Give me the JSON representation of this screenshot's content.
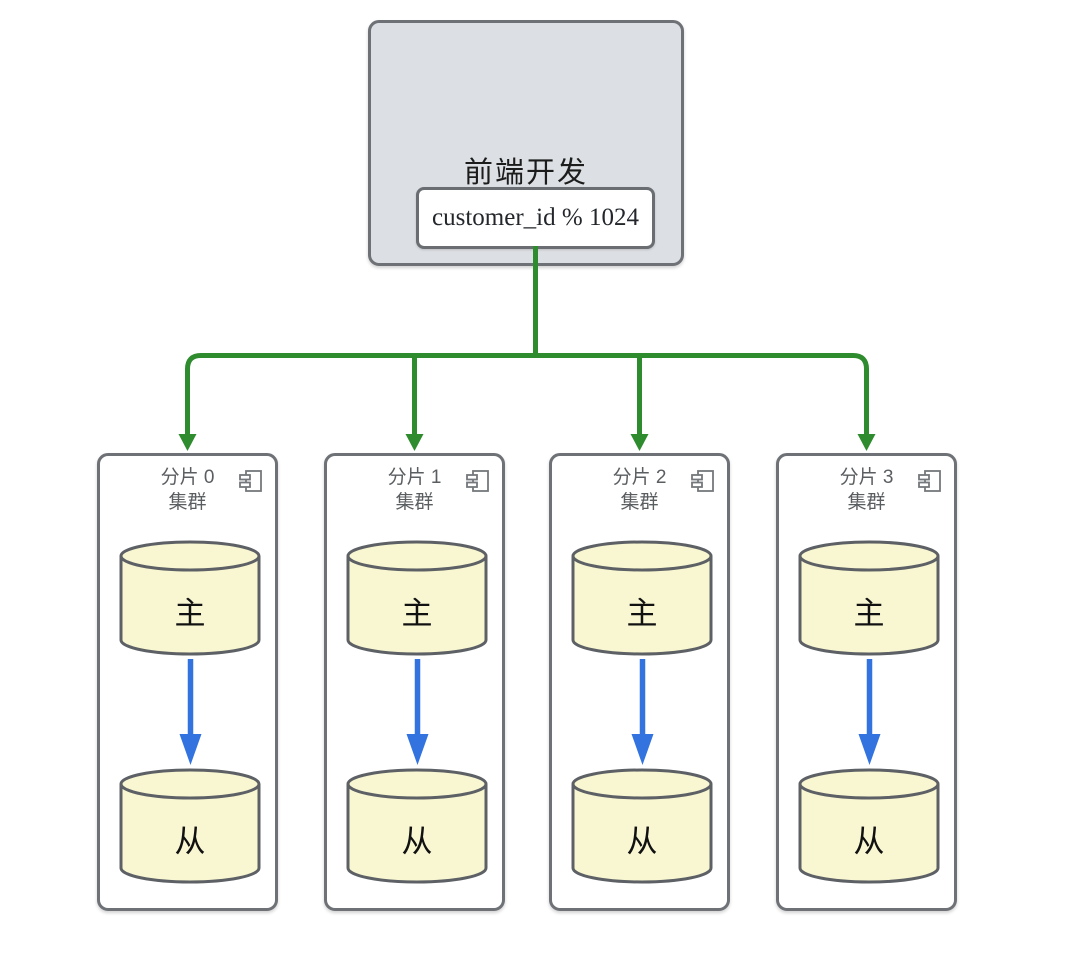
{
  "diagram": {
    "frontend": {
      "title": "前端开发",
      "formula": "customer_id % 1024"
    },
    "shards": [
      {
        "name": "分片 0",
        "sub": "集群",
        "master": "主",
        "slave": "从"
      },
      {
        "name": "分片 1",
        "sub": "集群",
        "master": "主",
        "slave": "从"
      },
      {
        "name": "分片 2",
        "sub": "集群",
        "master": "主",
        "slave": "从"
      },
      {
        "name": "分片 3",
        "sub": "集群",
        "master": "主",
        "slave": "从"
      }
    ],
    "colors": {
      "connector_green": "#2e8b2e",
      "replication_blue": "#3273e0",
      "cylinder_fill": "#f9f7d2",
      "cylinder_border": "#5d6165",
      "frontend_fill": "#dcdfe3",
      "box_border": "#6e7276",
      "header_text": "#5b5e61"
    }
  }
}
